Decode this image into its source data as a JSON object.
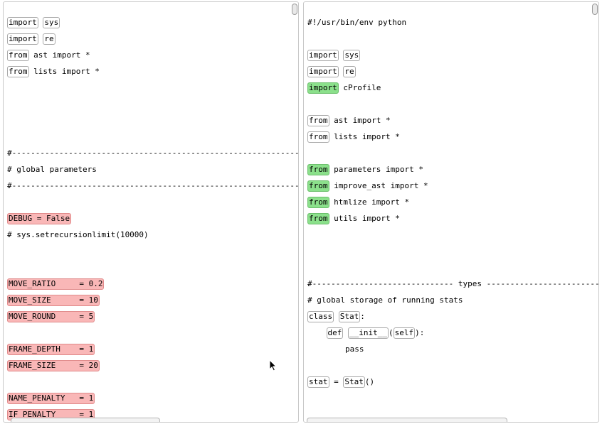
{
  "left": {
    "lines": [
      {
        "parts": [
          {
            "t": "import",
            "box": "plain"
          },
          {
            "t": " "
          },
          {
            "t": "sys",
            "box": "plain"
          }
        ]
      },
      {
        "parts": [
          {
            "t": "import",
            "box": "plain"
          },
          {
            "t": " "
          },
          {
            "t": "re",
            "box": "plain"
          }
        ]
      },
      {
        "parts": [
          {
            "t": "from",
            "box": "plain"
          },
          {
            "t": " ast import *"
          }
        ]
      },
      {
        "parts": [
          {
            "t": "from",
            "box": "plain"
          },
          {
            "t": " lists import *"
          }
        ]
      },
      {
        "parts": [
          {
            "t": "#-------------------------------------------------------------------"
          }
        ]
      },
      {
        "parts": [
          {
            "t": "# global parameters"
          }
        ]
      },
      {
        "parts": [
          {
            "t": "#-------------------------------------------------------------------"
          }
        ]
      },
      {
        "parts": [
          {
            "t": "DEBUG = False",
            "box": "red"
          }
        ]
      },
      {
        "parts": [
          {
            "t": "# sys.setrecursionlimit(10000)"
          }
        ]
      },
      {
        "parts": [
          {
            "t": "MOVE_RATIO     = 0.2",
            "box": "red"
          }
        ]
      },
      {
        "parts": [
          {
            "t": "MOVE_SIZE      = 10",
            "box": "red"
          }
        ]
      },
      {
        "parts": [
          {
            "t": "MOVE_ROUND     = 5",
            "box": "red"
          }
        ]
      },
      {
        "parts": [
          {
            "t": "FRAME_DEPTH    = 1",
            "box": "red"
          }
        ]
      },
      {
        "parts": [
          {
            "t": "FRAME_SIZE     = 20",
            "box": "red"
          }
        ]
      },
      {
        "parts": [
          {
            "t": "NAME_PENALTY   = 1",
            "box": "red"
          }
        ]
      },
      {
        "parts": [
          {
            "t": "IF_PENALTY     = 1",
            "box": "red"
          }
        ]
      }
    ]
  },
  "right": {
    "lines": [
      {
        "parts": [
          {
            "t": "#!/usr/bin/env python"
          }
        ]
      },
      {
        "parts": [
          {
            "t": "import",
            "box": "plain"
          },
          {
            "t": " "
          },
          {
            "t": "sys",
            "box": "plain"
          }
        ]
      },
      {
        "parts": [
          {
            "t": "import",
            "box": "plain"
          },
          {
            "t": " "
          },
          {
            "t": "re",
            "box": "plain"
          }
        ]
      },
      {
        "parts": [
          {
            "t": "import",
            "box": "green"
          },
          {
            "t": " cProfile"
          }
        ]
      },
      {
        "parts": [
          {
            "t": "from",
            "box": "plain"
          },
          {
            "t": " ast import *"
          }
        ]
      },
      {
        "parts": [
          {
            "t": "from",
            "box": "plain"
          },
          {
            "t": " lists import *"
          }
        ]
      },
      {
        "parts": [
          {
            "t": "from",
            "box": "green"
          },
          {
            "t": " parameters import *"
          }
        ]
      },
      {
        "parts": [
          {
            "t": "from",
            "box": "green"
          },
          {
            "t": " improve_ast import *"
          }
        ]
      },
      {
        "parts": [
          {
            "t": "from",
            "box": "green"
          },
          {
            "t": " htmlize import *"
          }
        ]
      },
      {
        "parts": [
          {
            "t": "from",
            "box": "green"
          },
          {
            "t": " utils import *"
          }
        ]
      },
      {
        "parts": [
          {
            "t": "#------------------------------ types ---------------------------"
          }
        ]
      },
      {
        "parts": [
          {
            "t": "# global storage of running stats"
          }
        ]
      },
      {
        "parts": [
          {
            "t": "class",
            "box": "plain"
          },
          {
            "t": " "
          },
          {
            "t": "Stat",
            "box": "plain"
          },
          {
            "t": ":"
          }
        ]
      },
      {
        "parts": [
          {
            "t": "    "
          },
          {
            "t": "def",
            "box": "plain"
          },
          {
            "t": " "
          },
          {
            "t": "__init__",
            "box": "plain"
          },
          {
            "t": "("
          },
          {
            "t": "self",
            "box": "plain"
          },
          {
            "t": "):"
          }
        ]
      },
      {
        "parts": [
          {
            "t": "        pass"
          }
        ]
      },
      {
        "parts": [
          {
            "t": "stat",
            "box": "plain"
          },
          {
            "t": " = "
          },
          {
            "t": "Stat",
            "box": "plain"
          },
          {
            "t": "()"
          }
        ]
      }
    ]
  }
}
